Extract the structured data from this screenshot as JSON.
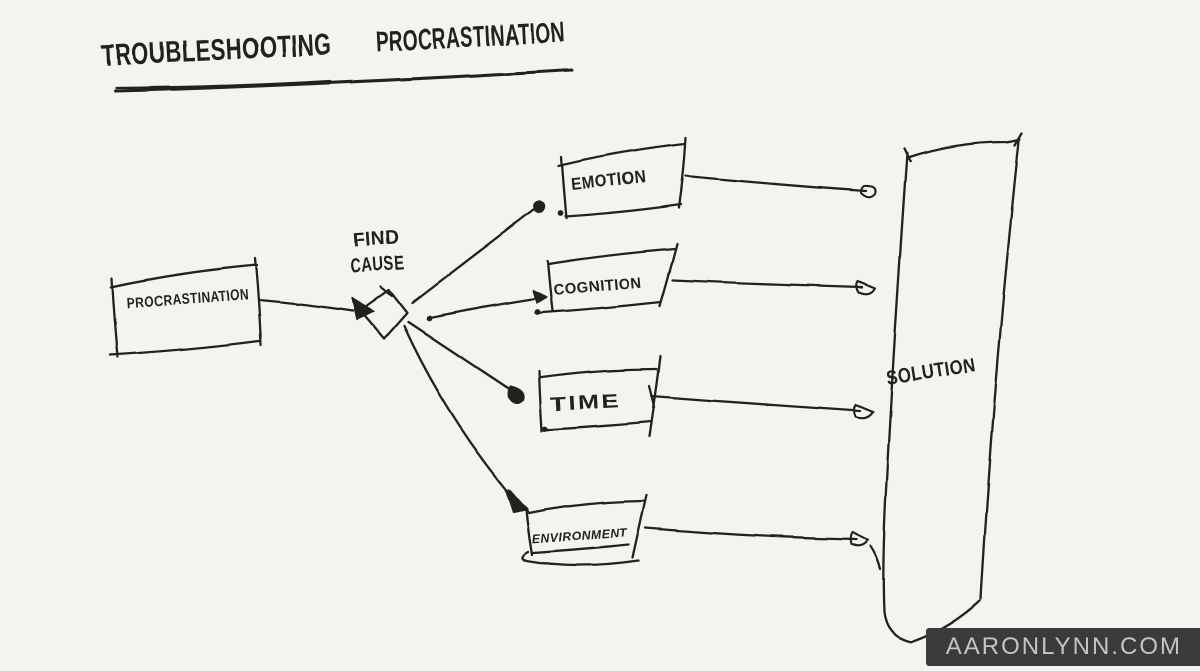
{
  "page": {
    "background": "#f4f3ee",
    "ink": "#23211e"
  },
  "title": {
    "word1": "TROUBLESHOOTING",
    "word2": "PROCRASTINATION"
  },
  "nodes": {
    "procrastination": {
      "label": "PROCRASTINATION"
    },
    "find_cause": {
      "line1": "FIND",
      "line2": "CAUSE"
    },
    "emotion": {
      "label": "EMOTION"
    },
    "cognition": {
      "label": "COGNITION"
    },
    "time": {
      "label": "TIME"
    },
    "environment": {
      "label": "ENVIRONMENT"
    },
    "solution": {
      "label": "SOLUTION"
    }
  },
  "edges": [
    {
      "from": "PROCRASTINATION",
      "to": "FIND CAUSE"
    },
    {
      "from": "FIND CAUSE",
      "to": "EMOTION"
    },
    {
      "from": "FIND CAUSE",
      "to": "COGNITION"
    },
    {
      "from": "FIND CAUSE",
      "to": "TIME"
    },
    {
      "from": "FIND CAUSE",
      "to": "ENVIRONMENT"
    },
    {
      "from": "EMOTION",
      "to": "SOLUTION"
    },
    {
      "from": "COGNITION",
      "to": "SOLUTION"
    },
    {
      "from": "TIME",
      "to": "SOLUTION"
    },
    {
      "from": "ENVIRONMENT",
      "to": "SOLUTION"
    }
  ],
  "watermark": {
    "text": "AARONLYNN.COM",
    "background": "#3b3b3b",
    "color": "#c5c4c2"
  }
}
